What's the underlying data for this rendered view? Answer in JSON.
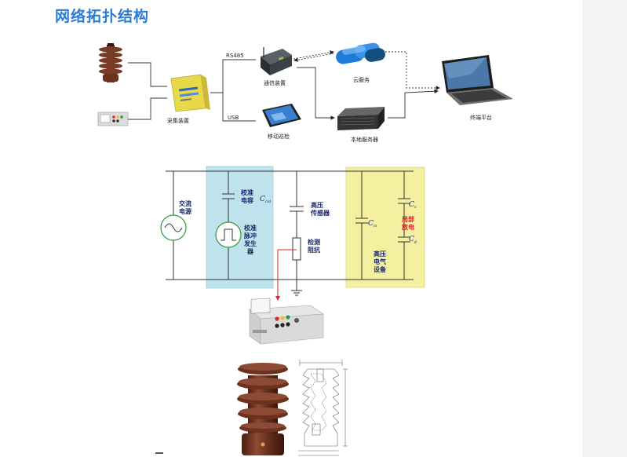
{
  "page": {
    "title": "网络拓扑结构"
  },
  "network": {
    "rs485": "RS485",
    "usb": "USB",
    "collector": "采集装置",
    "comm_device": "通信装置",
    "cloud": "云服务",
    "mobile": "移动巡检",
    "local_server": "本地服务器",
    "terminal": "终端平台"
  },
  "circuit": {
    "ac_source": [
      "交流",
      "电源"
    ],
    "calib_cap": [
      "校准",
      "电容"
    ],
    "calib_cap_symbol": "C",
    "calib_cap_sub": "cal",
    "calib_pulse": [
      "校准",
      "脉冲",
      "发生",
      "器"
    ],
    "hv_sensor": [
      "高压",
      "传感器"
    ],
    "detect_res": [
      "检测",
      "阻抗"
    ],
    "partial_discharge": [
      "局部",
      "放电"
    ],
    "hv_equipment": [
      "高压",
      "电气",
      "设备"
    ],
    "cap_m": "C",
    "cap_m_sub": "m",
    "cap_s": "C",
    "cap_s_sub": "s",
    "cap_g": "C",
    "cap_g_sub": "g"
  },
  "colors": {
    "title": "#2a7dd6",
    "calibration_box": "#bfe3ec",
    "equipment_box": "#f4f0a0",
    "signal_line": "#d8262b"
  }
}
